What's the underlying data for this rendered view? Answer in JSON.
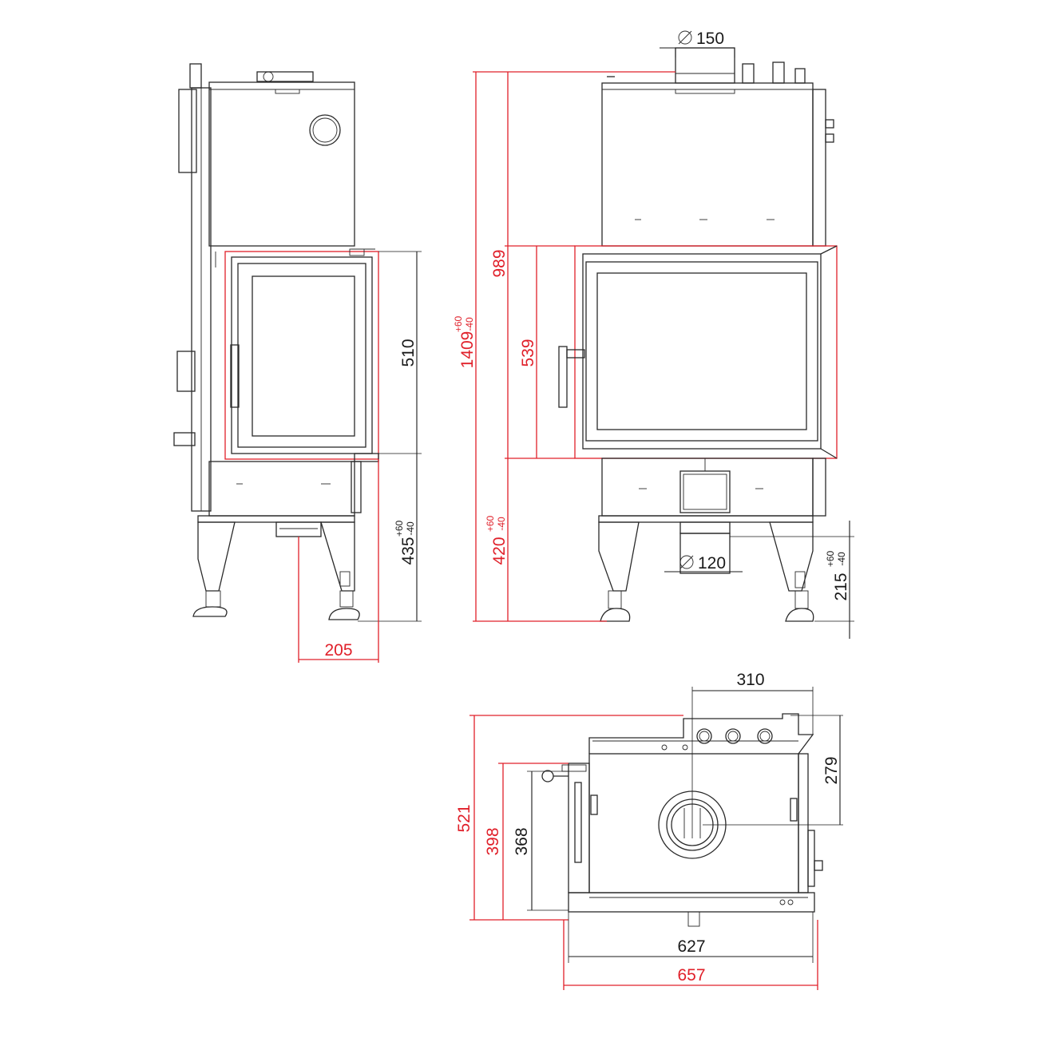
{
  "drawing": {
    "side_view": {
      "firebox_height": "510",
      "leg_height": "435",
      "leg_tolerance_plus": "+60",
      "leg_tolerance_minus": "-40",
      "flue_offset": "205"
    },
    "front_view": {
      "flue_diameter": "150",
      "bottom_outlet_diameter": "120",
      "total_height": "1409",
      "total_tolerance_plus": "+60",
      "total_tolerance_minus": "-40",
      "flue_height": "989",
      "door_height": "539",
      "base_height": "420",
      "base_tolerance_plus": "+60",
      "base_tolerance_minus": "-40",
      "air_inlet_height": "215",
      "air_tolerance_plus": "+60",
      "air_tolerance_minus": "-40"
    },
    "top_view": {
      "flue_center_x": "310",
      "flue_center_y": "279",
      "total_depth": "521",
      "depth_outer": "398",
      "depth_inner": "368",
      "width_inner": "627",
      "width_outer": "657"
    },
    "colors": {
      "outline": "#2a2a2a",
      "dimension_red": "#e0202a",
      "dimension_black": "#1a1a1a",
      "background": "#ffffff"
    }
  }
}
